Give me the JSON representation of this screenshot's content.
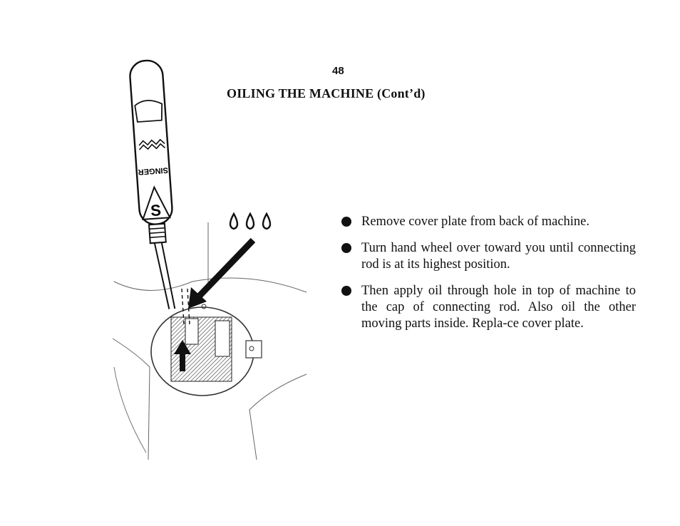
{
  "page": {
    "number": "48",
    "title": "OILING THE MACHINE (Cont’d)"
  },
  "illustration": {
    "oiler_brand_text": "SINGER",
    "oiler_logo_letter": "S",
    "oil_drops_count": 3,
    "icon_names": [
      "oiler-icon",
      "oil-drop-icon",
      "pointer-arrow-icon",
      "up-arrow-icon"
    ]
  },
  "steps": [
    {
      "text": "Remove cover plate from back of machine."
    },
    {
      "text": "Turn hand wheel over toward you until connecting rod is at its highest position."
    },
    {
      "text": "Then apply oil through hole in top of machine to the cap of connecting rod. Also oil the other moving parts inside. Repla-ce cover plate."
    }
  ]
}
